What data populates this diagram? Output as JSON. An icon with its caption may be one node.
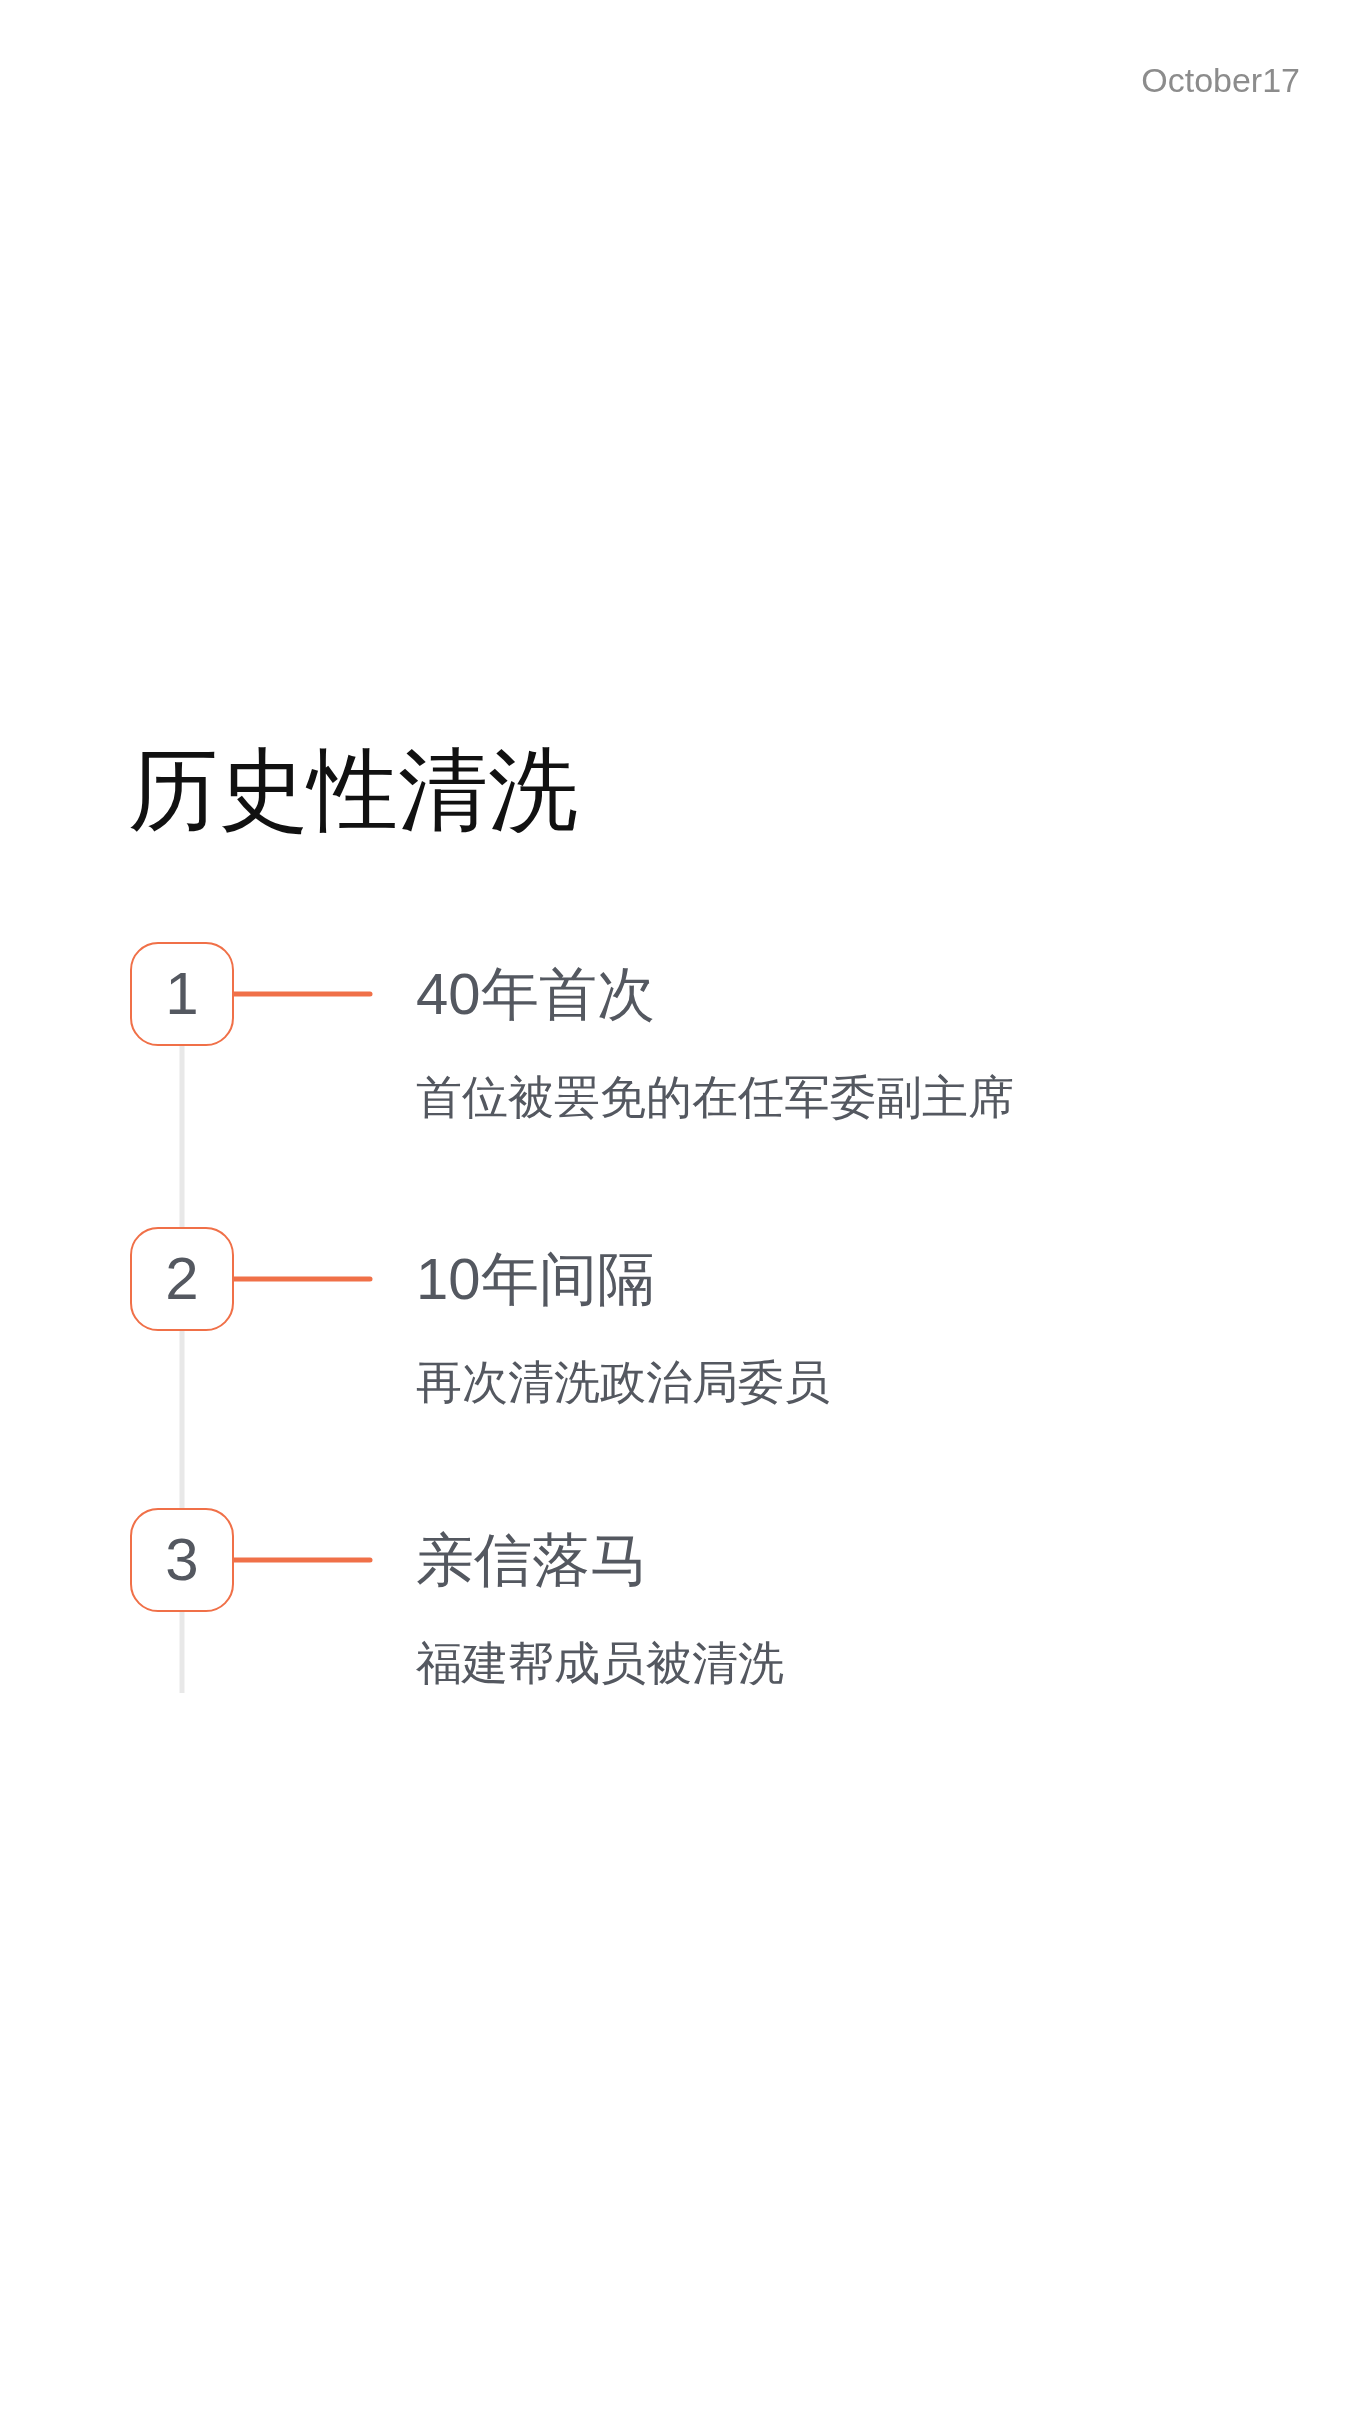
{
  "diagram": {
    "title": "历史性清洗",
    "nodes": [
      {
        "text": [
          "1"
        ]
      },
      {
        "text": [
          "40年首次",
          "首位被罢免的在任军委副主席"
        ]
      },
      {
        "text": [
          "2"
        ]
      },
      {
        "text": [
          "10年间隔",
          "再次清洗政治局委员"
        ]
      },
      {
        "text": [
          "3"
        ]
      },
      {
        "text": [
          "亲信落马",
          "福建帮成员被清洗"
        ]
      }
    ],
    "edges": [
      {
        "from": 0,
        "to": 1,
        "arrow": "none"
      },
      {
        "from": 2,
        "to": 3,
        "arrow": "none"
      },
      {
        "from": 4,
        "to": 5,
        "arrow": "none"
      },
      {
        "from": 0,
        "to": 2,
        "arrow": "none",
        "color": "#e8e8e8"
      },
      {
        "from": 2,
        "to": 4,
        "arrow": "none",
        "color": "#e8e8e8"
      },
      {
        "from": 4,
        "to": null,
        "arrow": "none",
        "color": "#e8e8e8"
      }
    ],
    "labels": [
      "October17"
    ]
  }
}
